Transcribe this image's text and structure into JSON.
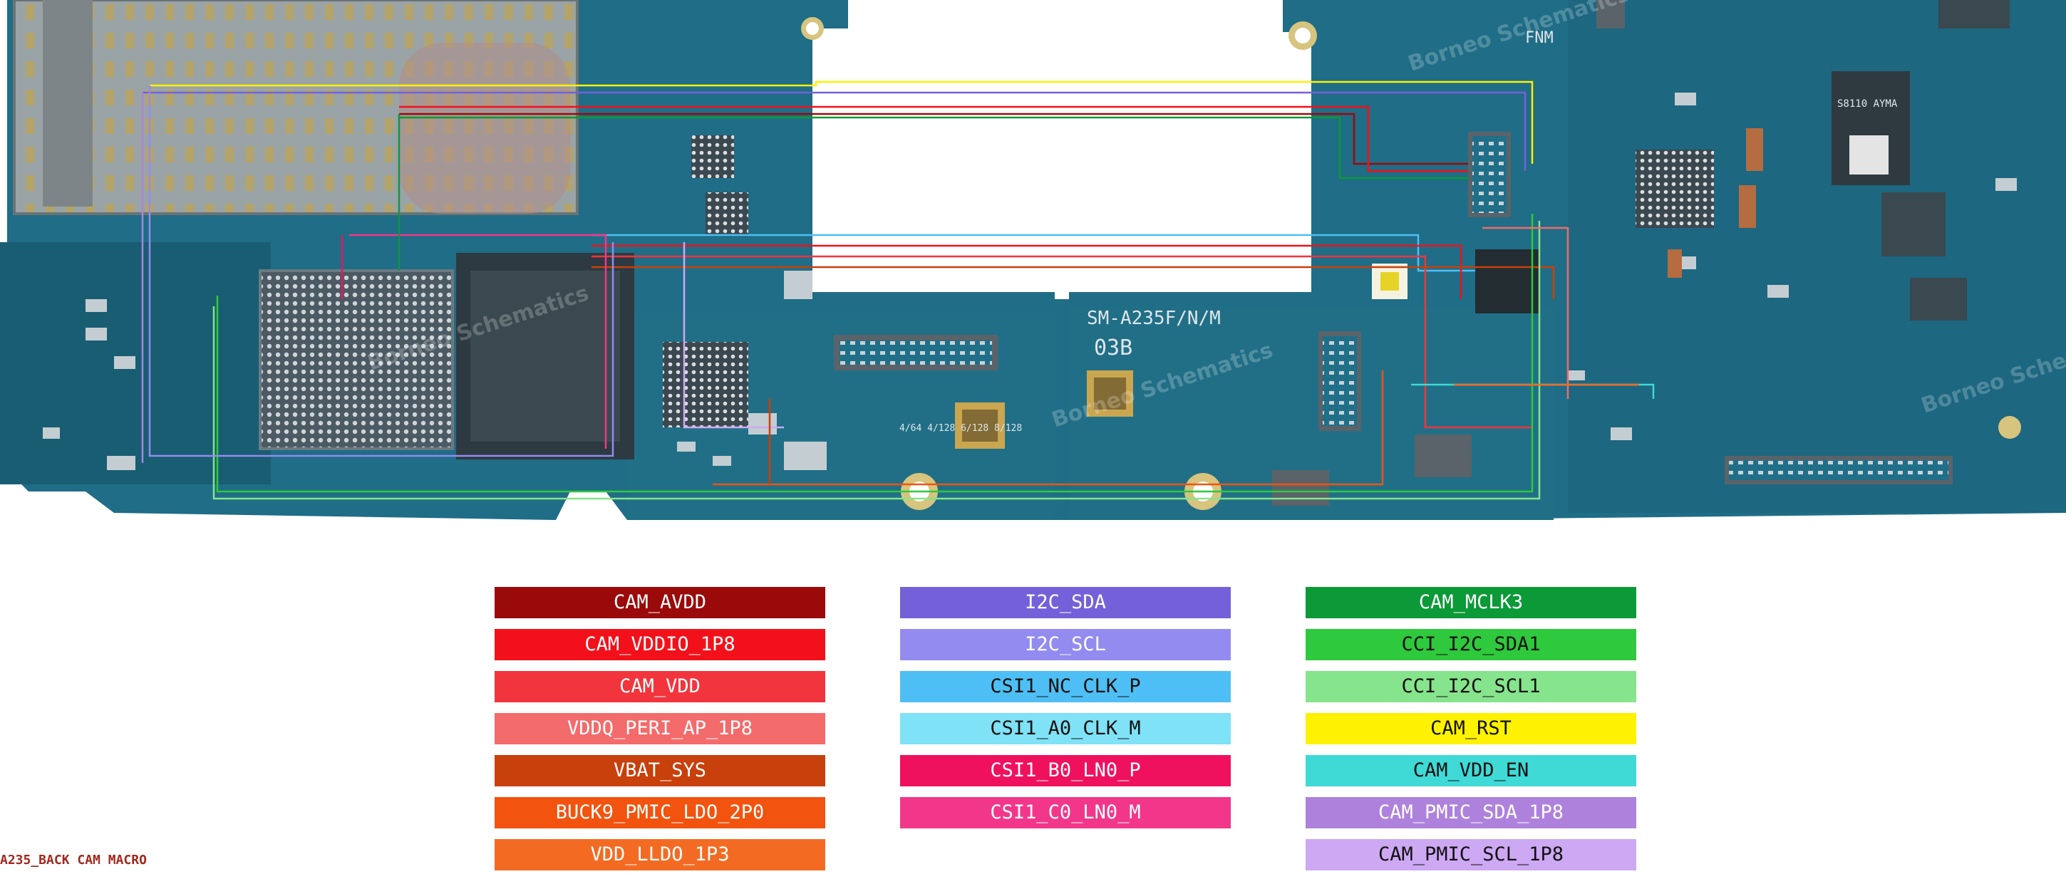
{
  "board": {
    "model_text": "SM-A235F/N/M",
    "rev_text": "03B",
    "chip_text": "S8110 AYMA",
    "watermark": "Borneo Schematics",
    "fnm_text": "FNM",
    "rom_text": "4/64 4/128 6/128 8/128"
  },
  "caption": "A235_BACK CAM MACRO",
  "legend": {
    "columns": [
      [
        {
          "label": "CAM_AVDD",
          "bg": "#9b0a0a",
          "fg": "#ffffff"
        },
        {
          "label": "CAM_VDDIO_1P8",
          "bg": "#f2111a",
          "fg": "#ffffff"
        },
        {
          "label": "CAM_VDD",
          "bg": "#f2343c",
          "fg": "#ffffff"
        },
        {
          "label": "VDDQ_PERI_AP_1P8",
          "bg": "#f36b6b",
          "fg": "#ffffff"
        },
        {
          "label": "VBAT_SYS",
          "bg": "#c8400b",
          "fg": "#ffffff"
        },
        {
          "label": "BUCK9_PMIC_LDO_2P0",
          "bg": "#f2530e",
          "fg": "#ffffff"
        },
        {
          "label": "VDD_LLDO_1P3",
          "bg": "#f36b23",
          "fg": "#ffffff"
        }
      ],
      [
        {
          "label": "I2C_SDA",
          "bg": "#7461d9",
          "fg": "#ffffff"
        },
        {
          "label": "I2C_SCL",
          "bg": "#938bf0",
          "fg": "#ffffff"
        },
        {
          "label": "CSI1_NC_CLK_P",
          "bg": "#4ebff4",
          "fg": "#111111"
        },
        {
          "label": "CSI1_A0_CLK_M",
          "bg": "#7fe2f6",
          "fg": "#111111"
        },
        {
          "label": "CSI1_B0_LN0_P",
          "bg": "#f0115e",
          "fg": "#ffffff"
        },
        {
          "label": "CSI1_C0_LN0_M",
          "bg": "#f2378a",
          "fg": "#ffffff"
        }
      ],
      [
        {
          "label": "CAM_MCLK3",
          "bg": "#0b9a37",
          "fg": "#ffffff"
        },
        {
          "label": "CCI_I2C_SDA1",
          "bg": "#2ec93c",
          "fg": "#111111"
        },
        {
          "label": "CCI_I2C_SCL1",
          "bg": "#86e48c",
          "fg": "#111111"
        },
        {
          "label": "CAM_RST",
          "bg": "#fff200",
          "fg": "#111111"
        },
        {
          "label": "CAM_VDD_EN",
          "bg": "#3fd9d6",
          "fg": "#111111"
        },
        {
          "label": "CAM_PMIC_SDA_1P8",
          "bg": "#ae82dc",
          "fg": "#ffffff"
        },
        {
          "label": "CAM_PMIC_SCL_1P8",
          "bg": "#cda8f3",
          "fg": "#111111"
        }
      ]
    ]
  }
}
